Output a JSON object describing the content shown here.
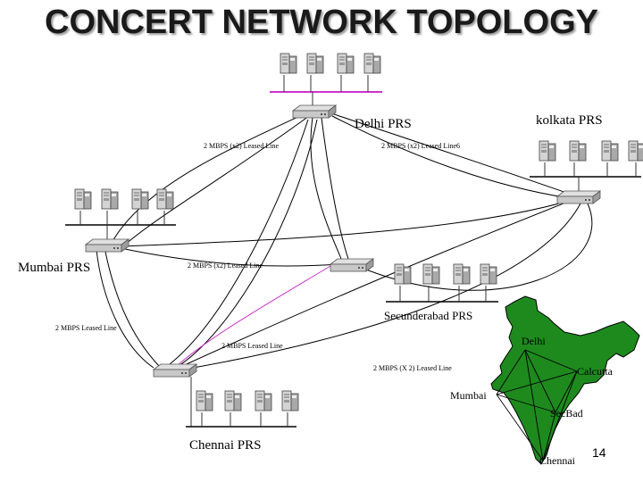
{
  "title": "CONCERT NETWORK TOPOLOGY",
  "sites": {
    "delhi": "Delhi PRS",
    "kolkata": "kolkata PRS",
    "mumbai": "Mumbai PRS",
    "secunderabad": "Secunderabad PRS",
    "chennai": "Chennai PRS"
  },
  "links": {
    "delhi_mumbai": "2 MBPS (x2) Leased Line",
    "delhi_kolkata": "2 MBPS (x2) Leased Line6",
    "mumbai_secunderabad": "2 MBPS (x2) Leased Line",
    "mumbai_chennai": "2 MBPS  Leased Line",
    "delhi_chennai": "2 MBPS  Leased Line",
    "kolkata_chennai": "2 MBPS  (X 2)  Leased Line"
  },
  "map_labels": {
    "delhi": "Delhi",
    "calcutta": "Calcutta",
    "mumbai": "Mumbai",
    "secbad": "SecBad",
    "chennai": "Chennai"
  },
  "map_color": "#1e8a1e",
  "lan_bus_delhi_color": "#cc33cc",
  "page_number": "14"
}
